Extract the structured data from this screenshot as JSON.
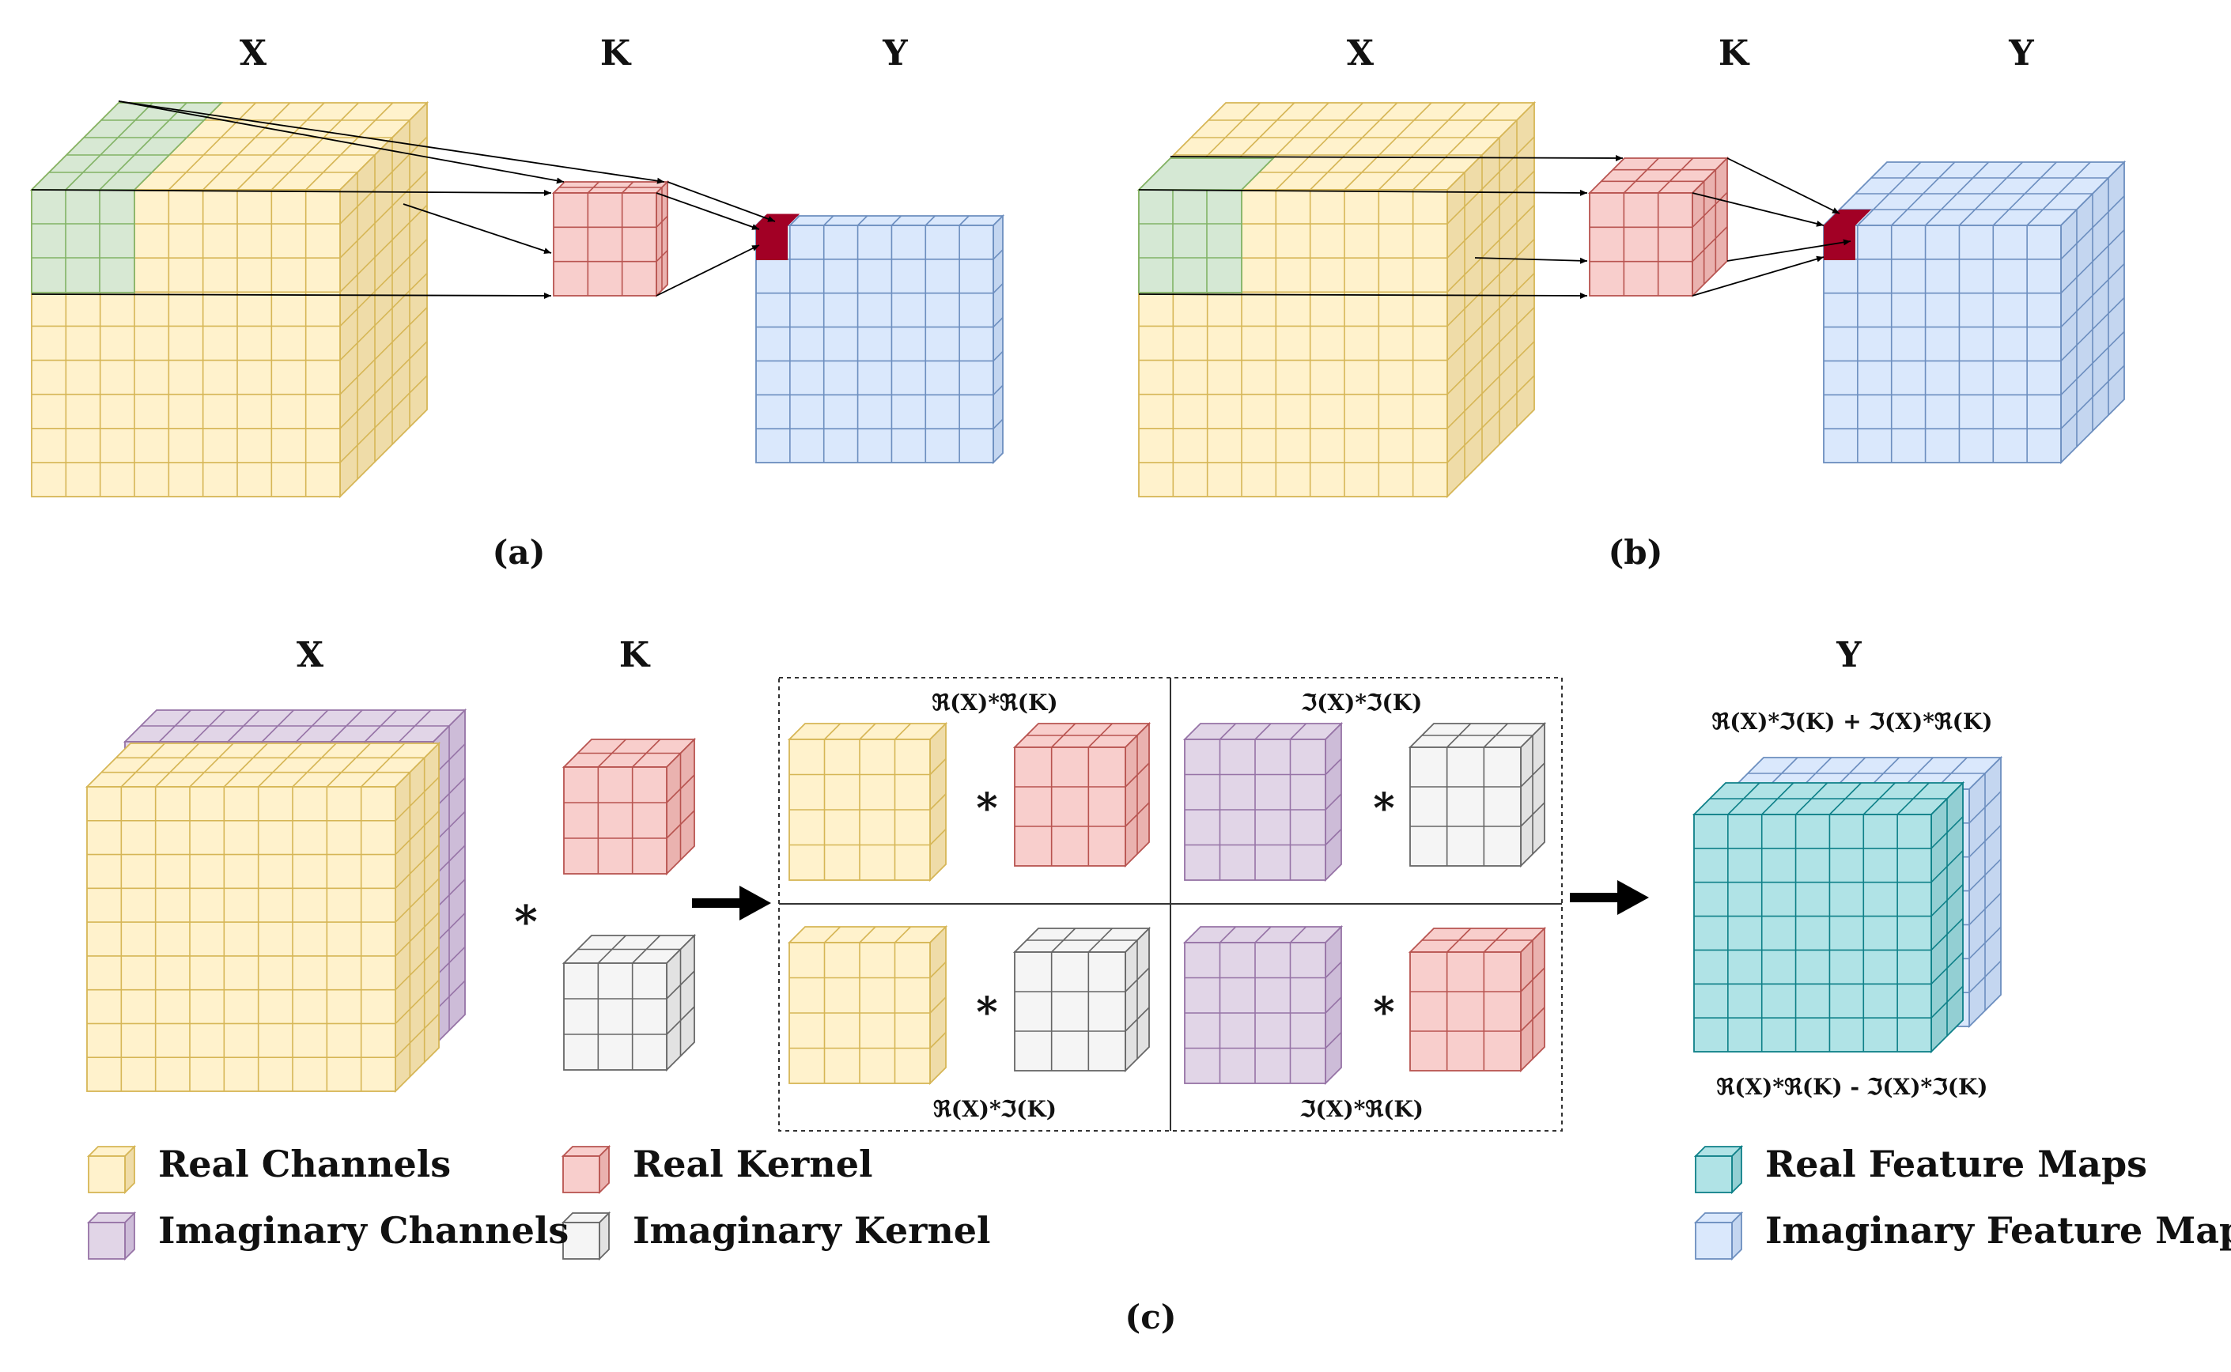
{
  "panel_a": {
    "caption": "(a)",
    "labels": {
      "x": "X",
      "k": "K",
      "y": "Y"
    }
  },
  "panel_b": {
    "caption": "(b)",
    "labels": {
      "x": "X",
      "k": "K",
      "y": "Y"
    }
  },
  "panel_c": {
    "caption": "(c)",
    "labels": {
      "x": "X",
      "k": "K",
      "y": "Y"
    },
    "star": "*",
    "products": {
      "top_left": "ℜ(X)*ℜ(K)",
      "top_right": "ℑ(X)*ℑ(K)",
      "bottom_left": "ℜ(X)*ℑ(K)",
      "bottom_right": "ℑ(X)*ℜ(K)"
    },
    "y_top_formula": "ℜ(X)*ℑ(K) + ℑ(X)*ℜ(K)",
    "y_bottom_formula": "ℜ(X)*ℜ(K) - ℑ(X)*ℑ(K)"
  },
  "legend": {
    "real_channels": "Real Channels",
    "imaginary_channels": "Imaginary Channels",
    "real_kernel": "Real Kernel",
    "imaginary_kernel": "Imaginary Kernel",
    "real_feature_maps": "Real Feature Maps",
    "imaginary_feature_maps": "Imaginary Feature Maps"
  },
  "colors": {
    "yellow_fill": "#fff2cc",
    "yellow_side": "#efdca8",
    "yellow_stroke": "#d6b656",
    "green_fill": "#d5e8d4",
    "green_stroke": "#82b366",
    "red_fill": "#f8cecc",
    "red_side": "#eab2af",
    "red_stroke": "#b85450",
    "blue_fill": "#dae8fc",
    "blue_side": "#c4d6f0",
    "blue_stroke": "#6c8ebf",
    "purple_fill": "#e1d5e7",
    "purple_side": "#cdbcd8",
    "purple_stroke": "#9673a6",
    "gray_fill": "#f5f5f5",
    "gray_side": "#e2e2e2",
    "gray_stroke": "#666666",
    "teal_fill": "#b0e3e6",
    "teal_side": "#93cfd3",
    "teal_stroke": "#0e8088",
    "dark_red": "#a20025"
  }
}
